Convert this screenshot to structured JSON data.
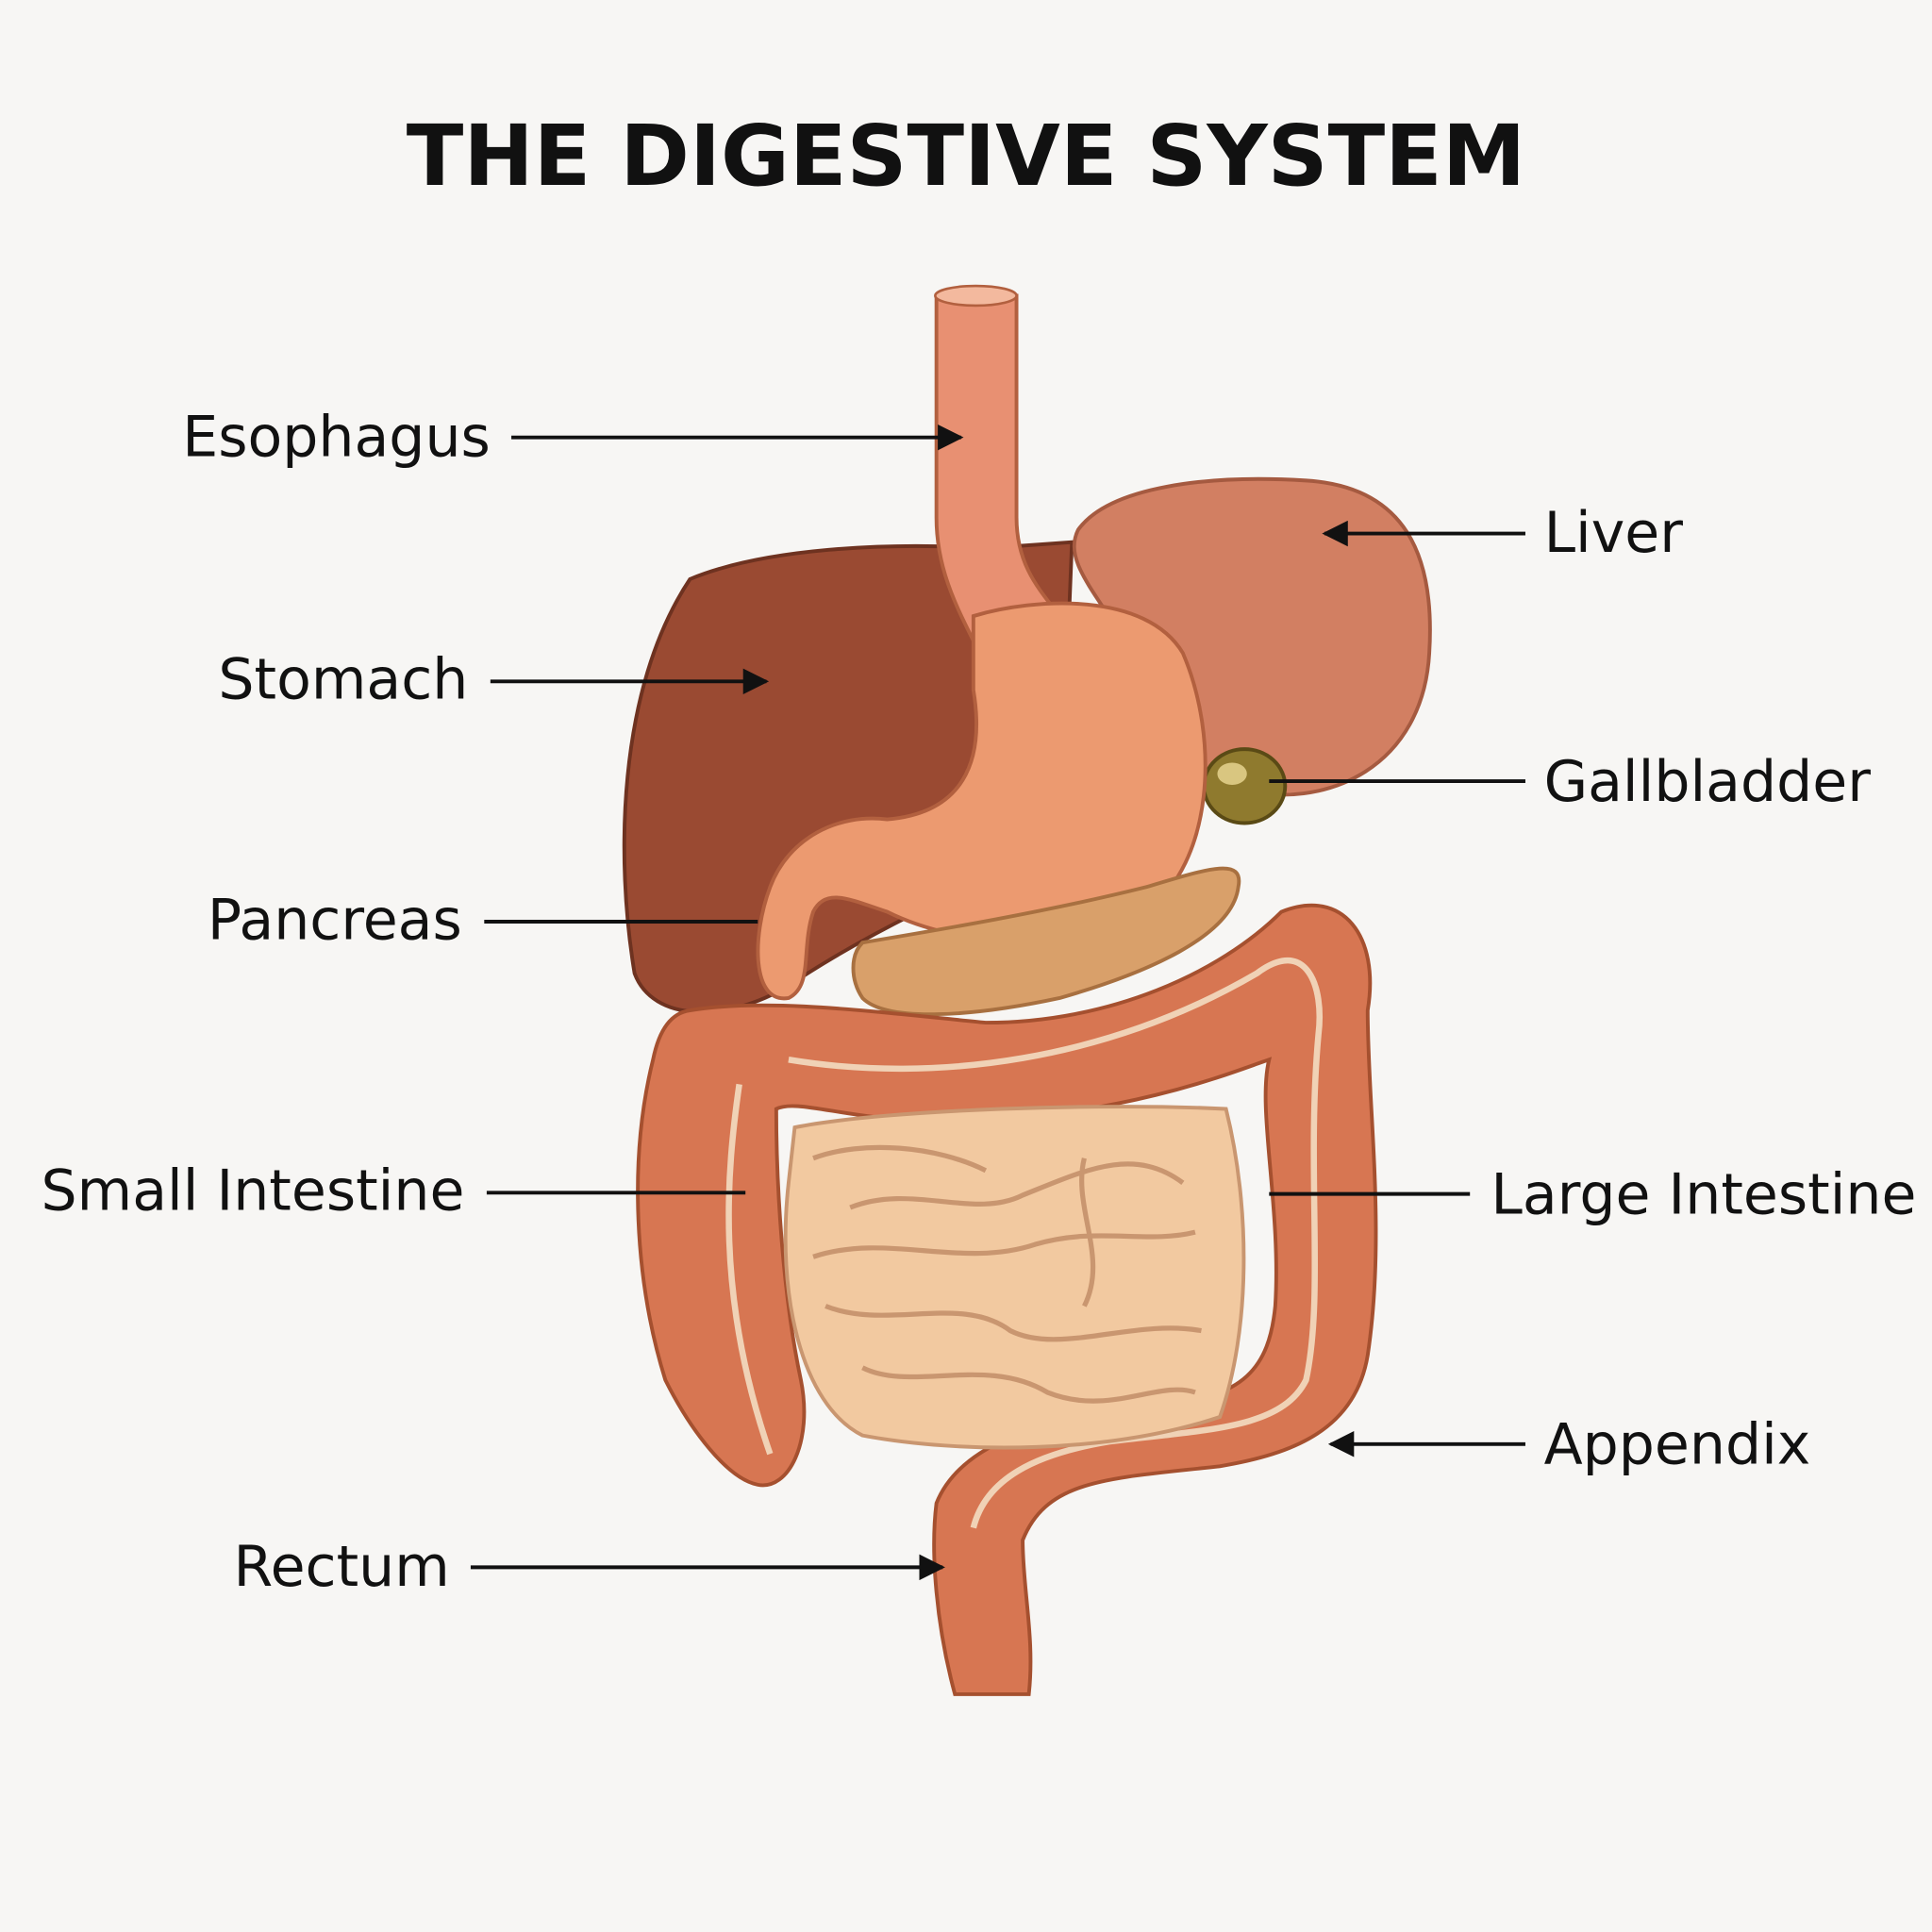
{
  "title": "THE DIGESTIVE SYSTEM",
  "labels": {
    "esophagus": "Esophagus",
    "stomach": "Stomach",
    "pancreas": "Pancreas",
    "small_intestine": "Small Intestine",
    "rectum": "Rectum",
    "liver": "Liver",
    "gallbladder": "Gallbladder",
    "large_intestine": "Large Intestine",
    "appendix": "Appendix"
  },
  "colors": {
    "background": "#f7f6f4",
    "liver_dark": "#9a4a32",
    "liver_light": "#d27f62",
    "stomach": "#ec9a70",
    "pancreas": "#d9a06a",
    "large_intestine": "#d77652",
    "small_intestine": "#f2c9a0",
    "gallbladder": "#8f7a2e"
  }
}
